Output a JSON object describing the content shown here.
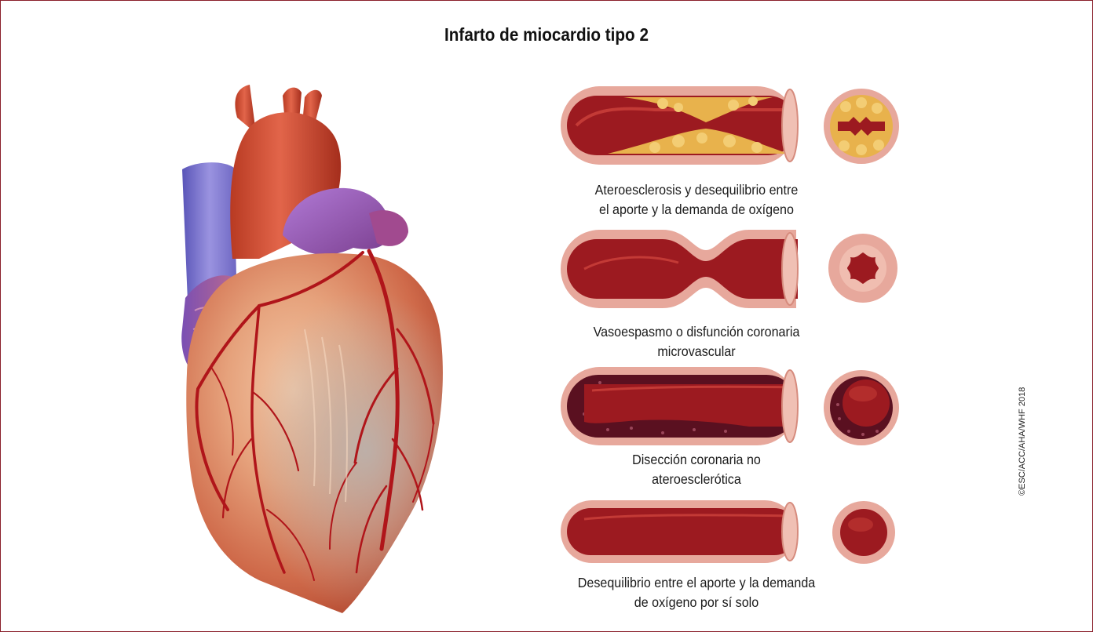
{
  "title": "Infarto de miocardio tipo 2",
  "panels": [
    {
      "line1": "Ateroesclerosis y desequilibrio entre",
      "line2": "el aporte y la demanda de oxígeno"
    },
    {
      "line1": "Vasoespasmo o disfunción coronaria",
      "line2": "microvascular"
    },
    {
      "line1": "Disección coronaria no",
      "line2": "ateroesclerótica"
    },
    {
      "line1": "Desequilibrio entre el aporte y la demanda",
      "line2": "de oxígeno por sí solo"
    }
  ],
  "credit": "©ESC/ACC/AHA/WHF 2018",
  "colors": {
    "border": "#8a1f2b",
    "vessel_wall": "#e3a59a",
    "lumen_blood": "#9c1a20",
    "plaque": "#e8b24c",
    "artery": "#b0151a",
    "vein": "#7f78cc"
  }
}
